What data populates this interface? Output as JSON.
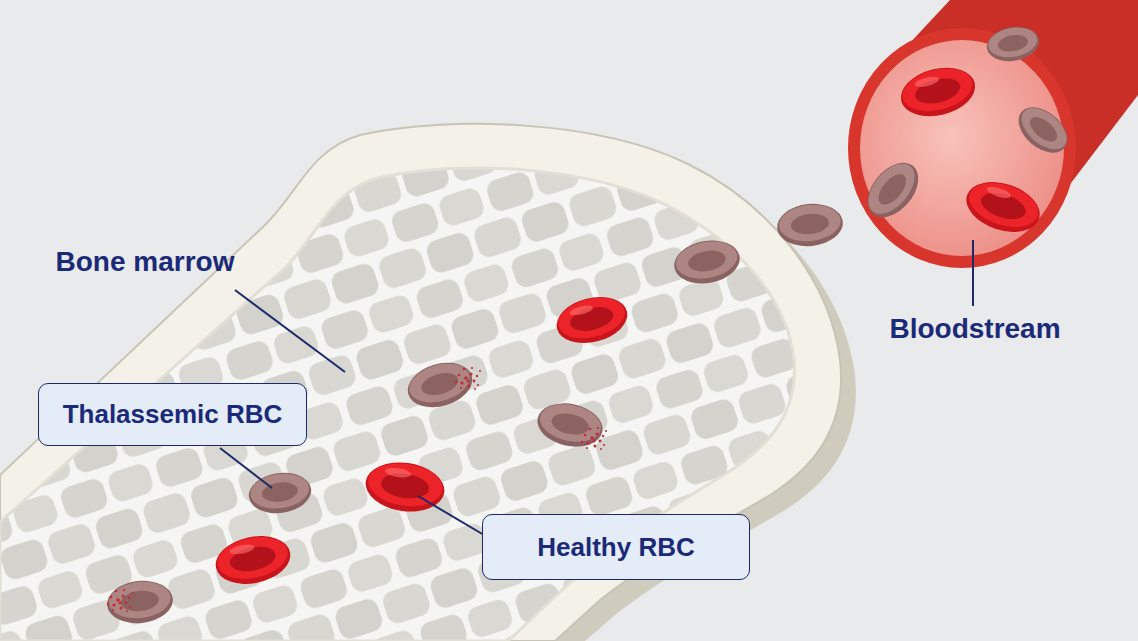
{
  "diagram": {
    "nodes": [
      {
        "text": [
          "Thalassemic RBC"
        ]
      },
      {
        "text": [
          "Healthy RBC"
        ]
      }
    ],
    "labels": [
      "Bone marrow",
      "Bloodstream"
    ]
  }
}
